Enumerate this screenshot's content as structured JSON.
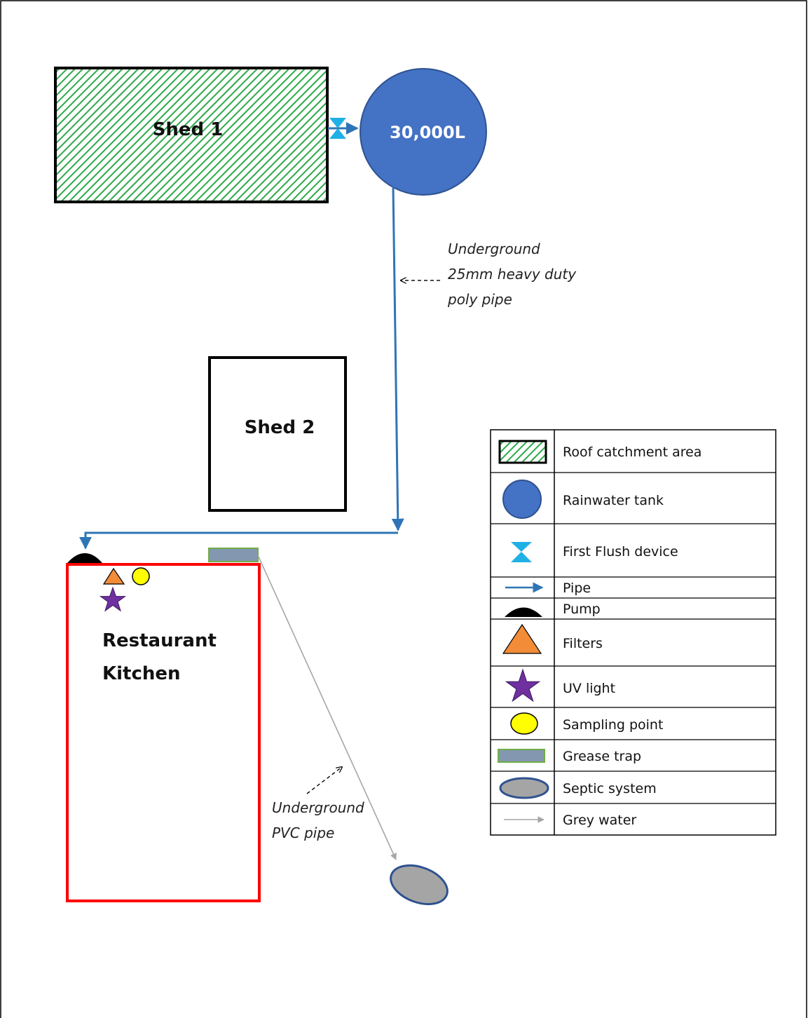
{
  "diagram": {
    "shed1_label": "Shed 1",
    "tank_label": "30,000L",
    "shed2_label": "Shed 2",
    "kitchen_label_line1": "Restaurant",
    "kitchen_label_line2": "Kitchen",
    "poly_pipe_note": [
      "Underground",
      "25mm heavy duty",
      "poly pipe"
    ],
    "pvc_pipe_note": [
      "Underground",
      "PVC pipe"
    ]
  },
  "legend": {
    "items": [
      {
        "icon": "roof-catchment-icon",
        "label": "Roof catchment area"
      },
      {
        "icon": "rainwater-tank-icon",
        "label": "Rainwater tank"
      },
      {
        "icon": "first-flush-icon",
        "label": "First Flush device"
      },
      {
        "icon": "pipe-arrow-icon",
        "label": "Pipe"
      },
      {
        "icon": "pump-icon",
        "label": "Pump"
      },
      {
        "icon": "filter-icon",
        "label": "Filters"
      },
      {
        "icon": "uv-light-icon",
        "label": "UV light"
      },
      {
        "icon": "sampling-point-icon",
        "label": "Sampling point"
      },
      {
        "icon": "grease-trap-icon",
        "label": "Grease trap"
      },
      {
        "icon": "septic-system-icon",
        "label": "Septic system"
      },
      {
        "icon": "grey-water-arrow-icon",
        "label": "Grey water"
      }
    ]
  },
  "colors": {
    "hatch_green": "#2ea84a",
    "tank_blue": "#4472c4",
    "pipe_blue": "#2e75b6",
    "flush_cyan": "#1fb0e6",
    "kitchen_red": "#ff0000",
    "filter_orange": "#f28c38",
    "uv_purple": "#7030a0",
    "sample_yellow": "#ffff00",
    "grease_grey_blue": "#8497b0",
    "septic_grey": "#a5a5a5",
    "grey_water_line": "#a6a6a6"
  }
}
